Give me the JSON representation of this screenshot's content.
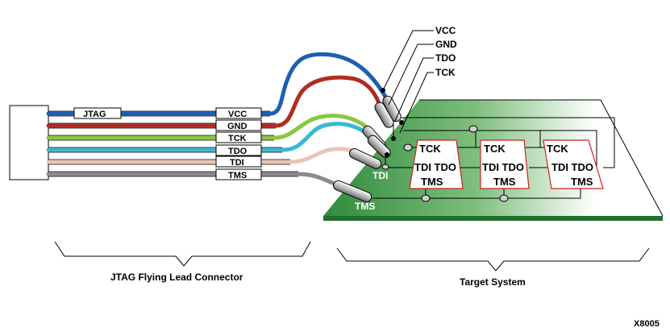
{
  "connector": {
    "label": "JTAG",
    "caption": "JTAG Flying Lead Connector",
    "wires": [
      {
        "label": "VCC",
        "color": "#1e5fb4"
      },
      {
        "label": "GND",
        "color": "#b02c22"
      },
      {
        "label": "TCK",
        "color": "#8cc63e"
      },
      {
        "label": "TDO",
        "color": "#39b7d4"
      },
      {
        "label": "TDI",
        "color": "#e7c6b6"
      },
      {
        "label": "TMS",
        "color": "#8a8a8a"
      }
    ]
  },
  "target": {
    "caption": "Target System",
    "board_color": "#2f8a3c",
    "callout_labels": [
      "VCC",
      "GND",
      "TDO",
      "TCK"
    ],
    "probe_labels": {
      "tdi": "TDI",
      "tms": "TMS"
    },
    "chips": [
      {
        "top": "TCK",
        "mid": "TDI TDO",
        "bottom": "TMS"
      },
      {
        "top": "TCK",
        "mid": "TDI TDO",
        "bottom": "TMS"
      },
      {
        "top": "TCK",
        "mid": "TDI TDO",
        "bottom": "TMS"
      }
    ]
  },
  "figure_id": "X8005"
}
